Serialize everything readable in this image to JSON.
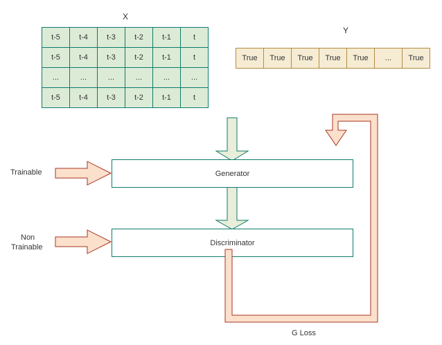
{
  "x_table": {
    "title": "X",
    "rows": [
      [
        "t-5",
        "t-4",
        "t-3",
        "t-2",
        "t-1",
        "t"
      ],
      [
        "t-5",
        "t-4",
        "t-3",
        "t-2",
        "t-1",
        "t"
      ],
      [
        "...",
        "...",
        "...",
        "...",
        "...",
        "..."
      ],
      [
        "t-5",
        "t-4",
        "t-3",
        "t-2",
        "t-1",
        "t"
      ]
    ]
  },
  "y_table": {
    "title": "Y",
    "cells": [
      "True",
      "True",
      "True",
      "True",
      "True",
      "...",
      "True"
    ]
  },
  "generator": {
    "label": "Generator",
    "input_label": "Trainable"
  },
  "discriminator": {
    "label": "Discriminator",
    "input_label_line1": "Non",
    "input_label_line2": "Trainable"
  },
  "loss": {
    "label": "G Loss"
  },
  "colors": {
    "green_fill": "#dcebd6",
    "green_stroke": "#0e7a6c",
    "tan_fill": "#f6ecd4",
    "tan_stroke": "#b38a40",
    "peach_fill": "#fbe0cc",
    "red_stroke": "#a8331f"
  }
}
